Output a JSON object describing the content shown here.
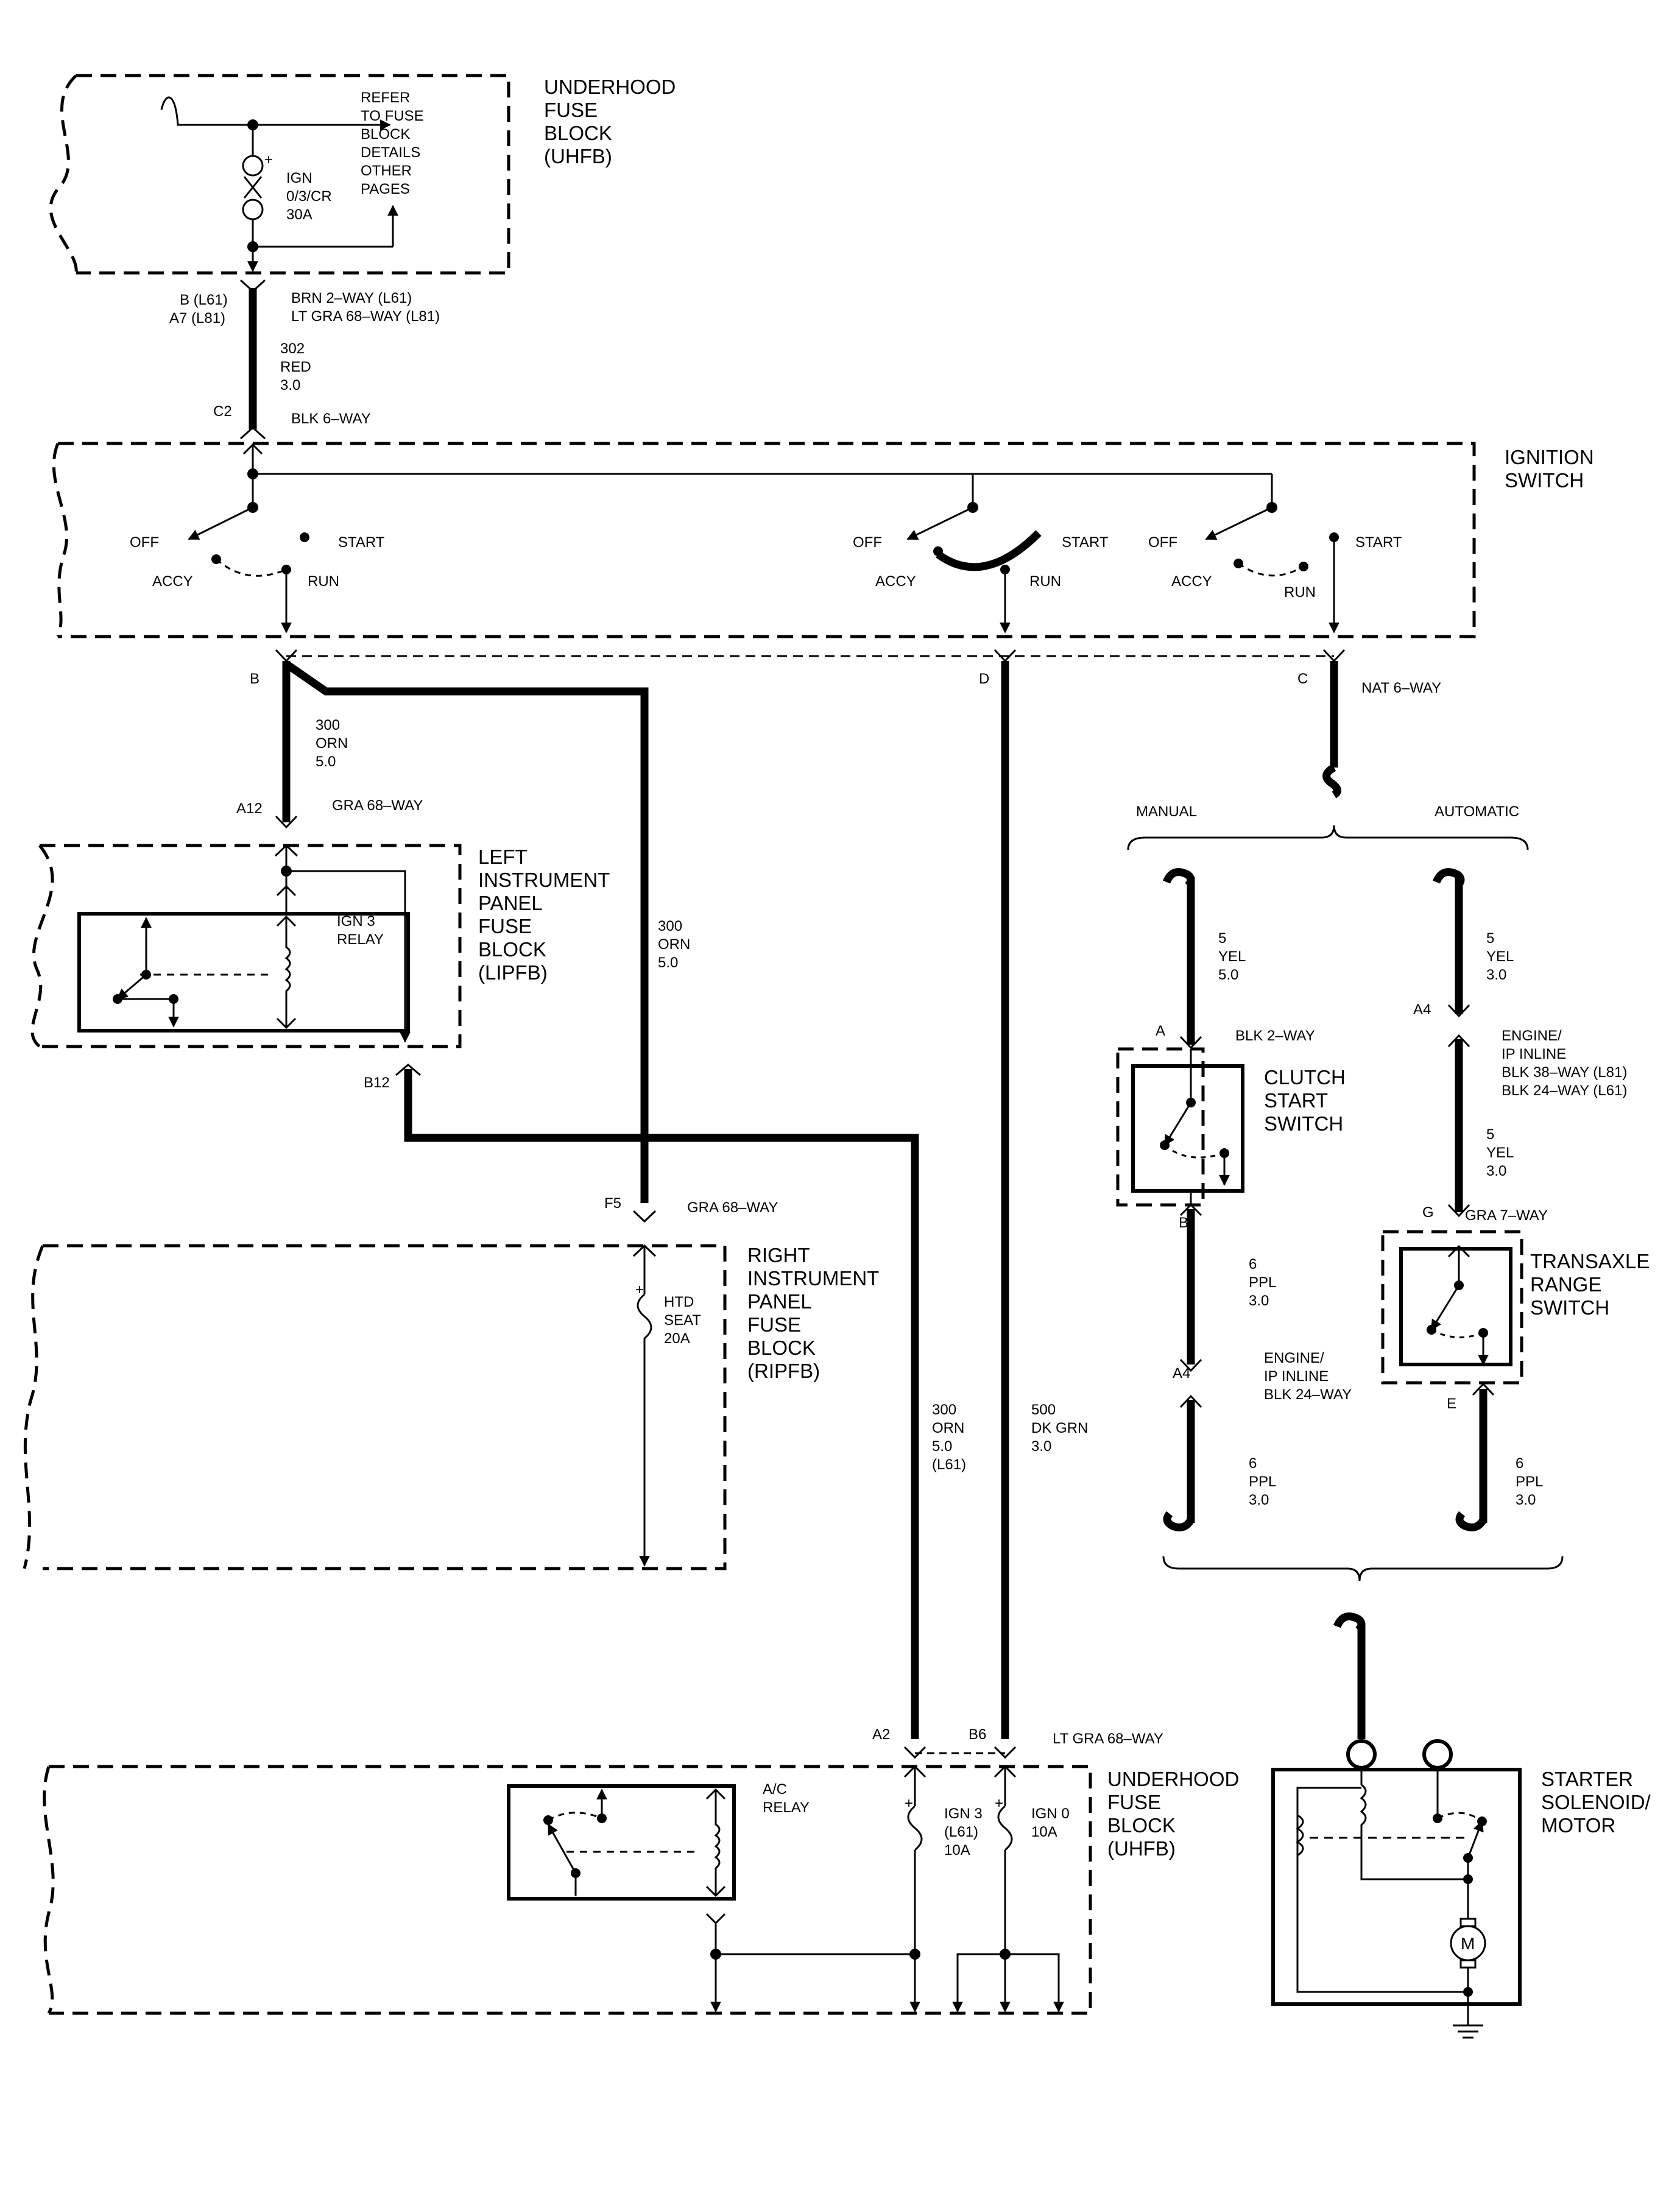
{
  "components": {
    "uhfb_top": {
      "title": [
        "UNDERHOOD",
        "FUSE",
        "BLOCK",
        "(UHFB)"
      ]
    },
    "refer_note": [
      "REFER",
      "TO FUSE",
      "BLOCK",
      "DETAILS",
      "OTHER",
      "PAGES"
    ],
    "ign_fuse": [
      "IGN",
      "0/3/CR",
      "30A"
    ],
    "ignition_switch": {
      "title": [
        "IGNITION",
        "SWITCH"
      ]
    },
    "lipfb": {
      "title": [
        "LEFT",
        "INSTRUMENT",
        "PANEL",
        "FUSE",
        "BLOCK",
        "(LIPFB)"
      ]
    },
    "ign3_relay": [
      "IGN 3",
      "RELAY"
    ],
    "ripfb": {
      "title": [
        "RIGHT",
        "INSTRUMENT",
        "PANEL",
        "FUSE",
        "BLOCK",
        "(RIPFB)"
      ]
    },
    "htd_seat_fuse": [
      "HTD",
      "SEAT",
      "20A"
    ],
    "clutch_switch": {
      "title": [
        "CLUTCH",
        "START",
        "SWITCH"
      ]
    },
    "transaxle_switch": {
      "title": [
        "TRANSAXLE",
        "RANGE",
        "SWITCH"
      ]
    },
    "uhfb_bottom": {
      "title": [
        "UNDERHOOD",
        "FUSE",
        "BLOCK",
        "(UHFB)"
      ]
    },
    "ac_relay": [
      "A/C",
      "RELAY"
    ],
    "ign3_fuse": [
      "IGN 3",
      "(L61)",
      "10A"
    ],
    "ign0_fuse": [
      "IGN 0",
      "10A"
    ],
    "starter": {
      "title": [
        "STARTER",
        "SOLENOID/",
        "MOTOR"
      ],
      "motor": "M"
    }
  },
  "switch_positions": {
    "off": "OFF",
    "start": "START",
    "accy": "ACCY",
    "run": "RUN"
  },
  "branches": {
    "manual": "MANUAL",
    "automatic": "AUTOMATIC"
  },
  "pins": {
    "b_l61": "B (L61)",
    "a7_l81": "A7 (L81)",
    "c2": "C2",
    "b": "B",
    "d": "D",
    "c": "C",
    "a12": "A12",
    "b12": "B12",
    "f5": "F5",
    "a_clutch": "A",
    "b_clutch": "B",
    "a4_manual": "A4",
    "a4_auto": "A4",
    "g": "G",
    "e": "E",
    "a2": "A2",
    "b6": "B6"
  },
  "connectors": {
    "c_top_1": "BRN 2–WAY (L61)",
    "c_top_2": "LT GRA 68–WAY (L81)",
    "c2": "BLK 6–WAY",
    "c_nat": "NAT 6–WAY",
    "a12": "GRA 68–WAY",
    "f5": "GRA 68–WAY",
    "clutch_a": "BLK 2–WAY",
    "inline_auto": [
      "ENGINE/",
      "IP INLINE",
      "BLK 38–WAY (L81)",
      "BLK 24–WAY (L61)"
    ],
    "g": "GRA 7–WAY",
    "inline_manual": [
      "ENGINE/",
      "IP INLINE",
      "BLK 24–WAY"
    ],
    "b6": "LT GRA 68–WAY"
  },
  "wires": {
    "w302": [
      "302",
      "RED",
      "3.0"
    ],
    "w300_left": [
      "300",
      "ORN",
      "5.0"
    ],
    "w300_mid": [
      "300",
      "ORN",
      "5.0"
    ],
    "w300_l61": [
      "300",
      "ORN",
      "5.0",
      "(L61)"
    ],
    "w500": [
      "500",
      "DK GRN",
      "3.0"
    ],
    "w5_manual": [
      "5",
      "YEL",
      "5.0"
    ],
    "w5_auto_1": [
      "5",
      "YEL",
      "3.0"
    ],
    "w5_auto_2": [
      "5",
      "YEL",
      "3.0"
    ],
    "w6_manual_1": [
      "6",
      "PPL",
      "3.0"
    ],
    "w6_manual_2": [
      "6",
      "PPL",
      "3.0"
    ],
    "w6_auto": [
      "6",
      "PPL",
      "3.0"
    ]
  }
}
